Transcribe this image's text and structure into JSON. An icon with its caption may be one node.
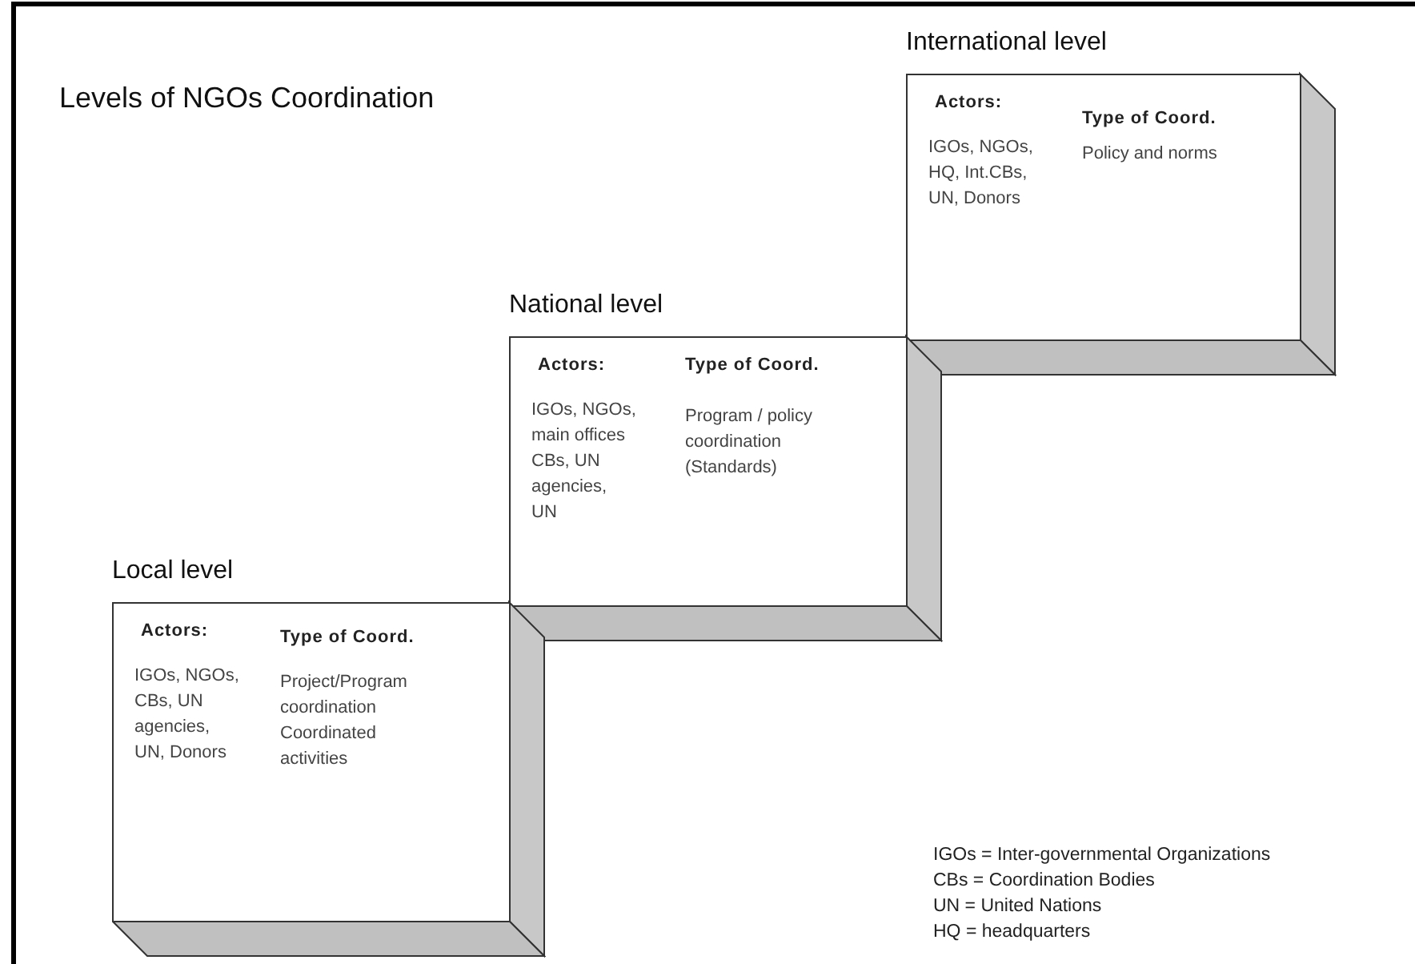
{
  "diagram": {
    "title": "Levels of NGOs Coordination",
    "nodes": [
      {
        "text": [
          "International level",
          "Actors:",
          "Type of Coord.",
          "IGOs, NGOs, HQ, Int.CBs, UN, Donors",
          "Policy and norms"
        ]
      },
      {
        "text": [
          "National level",
          "Actors:",
          "Type of Coord.",
          "IGOs, NGOs, main offices CBs, UN agencies, UN",
          "Program / policy coordination (Standards)"
        ]
      },
      {
        "text": [
          "Local level",
          "Actors:",
          "Type of Coord.",
          "IGOs, NGOs, CBs, UN agencies, UN, Donors",
          "Project/Program coordination Coordinated activities"
        ]
      }
    ],
    "edges": [],
    "labels": [
      "IGOs = Inter-governmental Organizations",
      "CBs = Coordination Bodies",
      "UN = United Nations",
      "HQ = headquarters"
    ]
  }
}
